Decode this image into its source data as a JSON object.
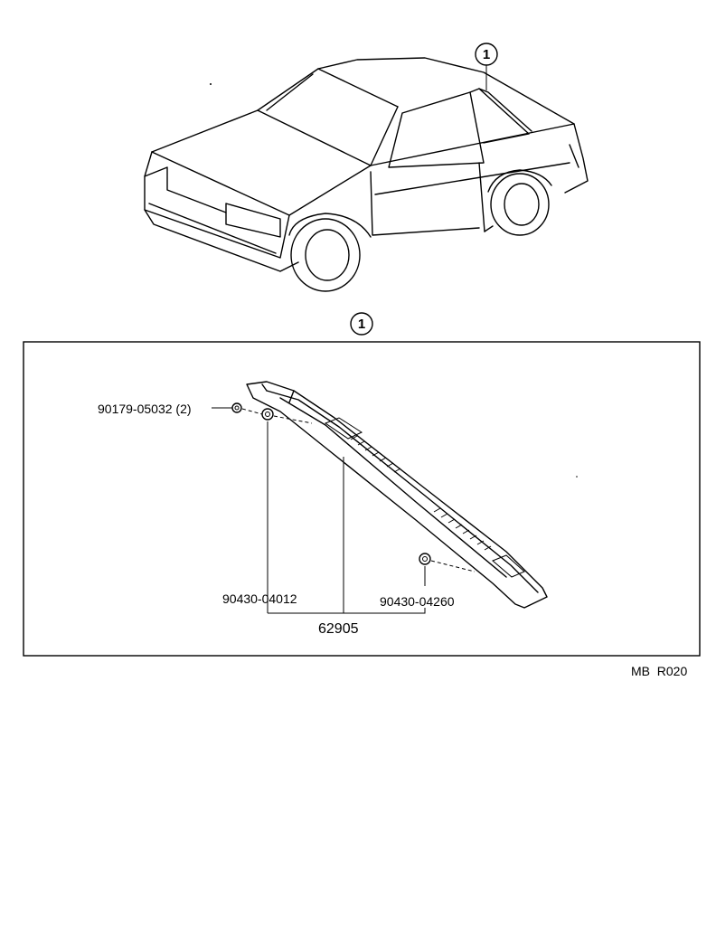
{
  "callouts": {
    "car_marker": "1",
    "detail_marker": "1"
  },
  "parts": {
    "clip": "90179-05032 (2)",
    "screw_front": "90430-04012",
    "screw_rear": "90430-04260",
    "assembly": "62905"
  },
  "footer": {
    "code": "MB  R020"
  },
  "colors": {
    "ink": "#000000",
    "paper": "#ffffff"
  }
}
